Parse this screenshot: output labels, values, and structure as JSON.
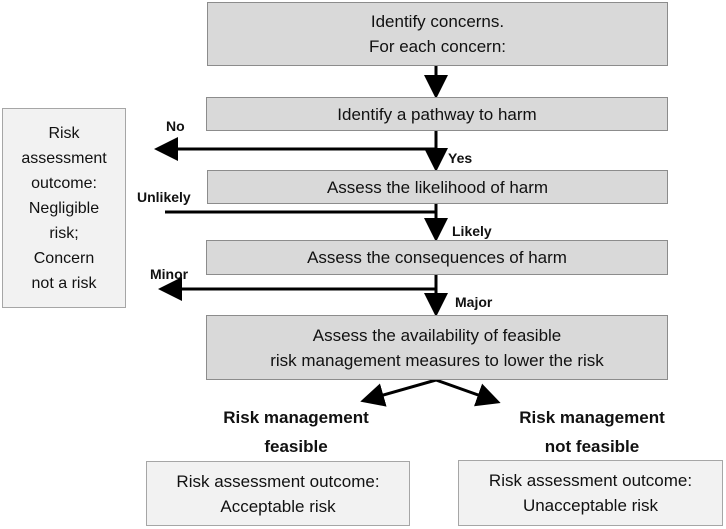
{
  "steps": {
    "identify_line1": "Identify concerns.",
    "identify_line2": "For each concern:",
    "pathway": "Identify a pathway to harm",
    "likelihood": "Assess the likelihood of harm",
    "consequences": "Assess the consequences of harm",
    "availability_line1": "Assess the availability of feasible",
    "availability_line2": "risk management measures to lower the risk"
  },
  "labels": {
    "no": "No",
    "yes": "Yes",
    "unlikely": "Unlikely",
    "likely": "Likely",
    "minor": "Minor",
    "major": "Major"
  },
  "negligible_outcome": [
    "Risk",
    "assessment",
    "outcome:",
    "Negligible",
    "risk;",
    "Concern",
    "not a risk"
  ],
  "branches": {
    "feasible_line1": "Risk management",
    "feasible_line2": "feasible",
    "not_feasible_line1": "Risk management",
    "not_feasible_line2": "not feasible"
  },
  "outcomes": {
    "acceptable_line1": "Risk assessment outcome:",
    "acceptable_line2": "Acceptable risk",
    "unacceptable_line1": "Risk assessment outcome:",
    "unacceptable_line2": "Unacceptable risk"
  }
}
